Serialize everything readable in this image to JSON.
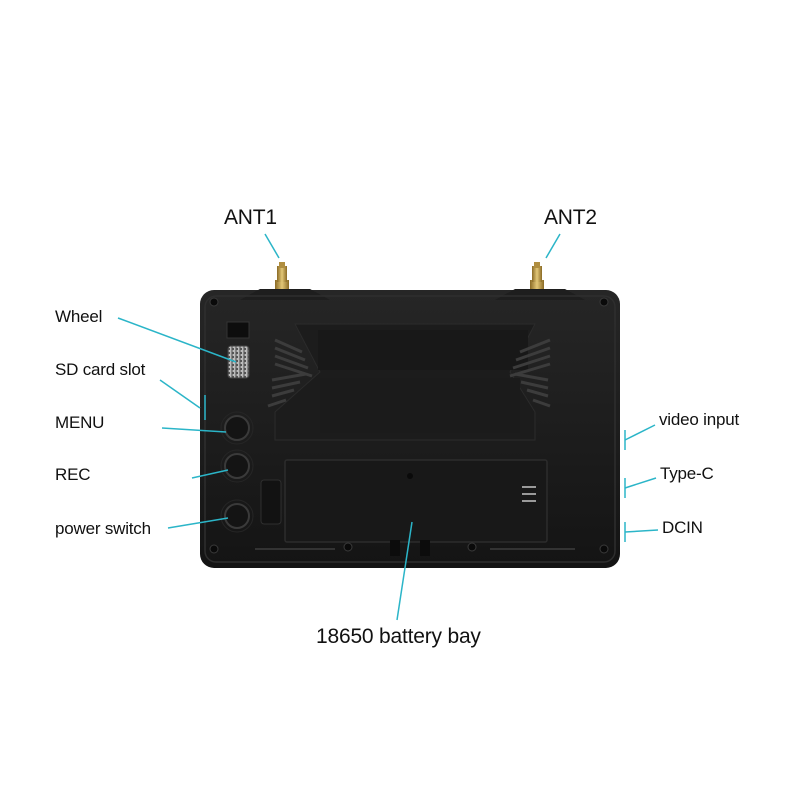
{
  "labels": {
    "ant1": "ANT1",
    "ant2": "ANT2",
    "wheel": "Wheel",
    "sd_card_slot": "SD card slot",
    "menu": "MENU",
    "rec": "REC",
    "power_switch": "power switch",
    "video_input": "video input",
    "type_c": "Type-C",
    "dcin": "DCIN",
    "battery_bay": "18650 battery bay"
  },
  "colors": {
    "background": "#ffffff",
    "device_body": "#1a1a1a",
    "leader_line": "#2bb5c8",
    "antenna_gold": "#c8a550",
    "label_text": "#111111"
  }
}
